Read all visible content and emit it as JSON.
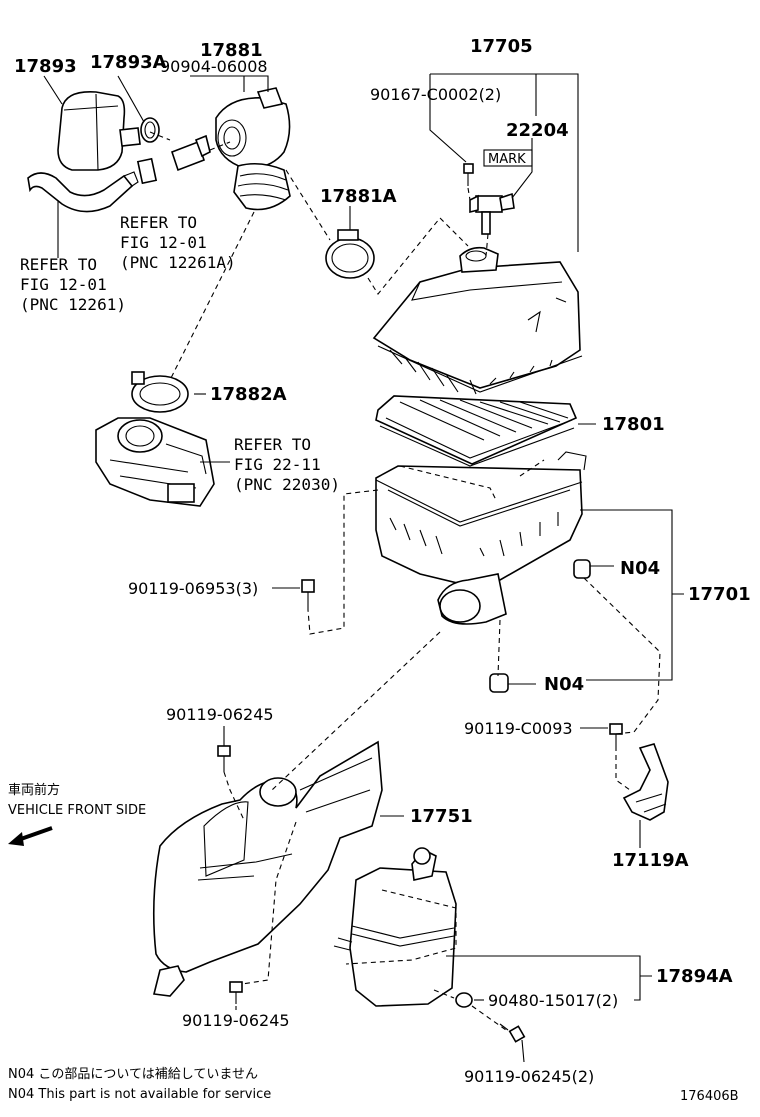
{
  "labels": {
    "p17893": "17893",
    "p17893a": "17893A",
    "p17881": "17881",
    "p9090406008": "90904-06008",
    "p17705": "17705",
    "p90167": "90167-C0002(2)",
    "p22204": "22204",
    "mark": "MARK",
    "p17881a": "17881A",
    "p17882a": "17882A",
    "p17801": "17801",
    "n04_top": "N04",
    "n04_bottom": "N04",
    "p17701": "17701",
    "p9011906953": "90119-06953(3)",
    "p9011906245_top": "90119-06245",
    "p90119c0093": "90119-C0093",
    "p17751": "17751",
    "p17119a": "17119A",
    "p17894a": "17894A",
    "p9048015017": "90480-15017(2)",
    "p9011906245_bottom": "90119-06245",
    "p9011906245_2": "90119-06245(2)"
  },
  "refs": {
    "ref1": [
      "REFER TO",
      "FIG 12-01",
      "(PNC 12261A)"
    ],
    "ref2": [
      "REFER TO",
      "FIG 12-01",
      "(PNC 12261)"
    ],
    "ref3": [
      "REFER TO",
      "FIG 22-11",
      "(PNC 22030)"
    ]
  },
  "front": {
    "jp": "車両前方",
    "en": "VEHICLE FRONT SIDE"
  },
  "notes": {
    "jp": "N04  この部品については補給していません",
    "en": "N04  This part is not available for service"
  },
  "illustration_id": "176406B",
  "icons": {
    "front_arrow": "arrow-left-down-icon"
  }
}
